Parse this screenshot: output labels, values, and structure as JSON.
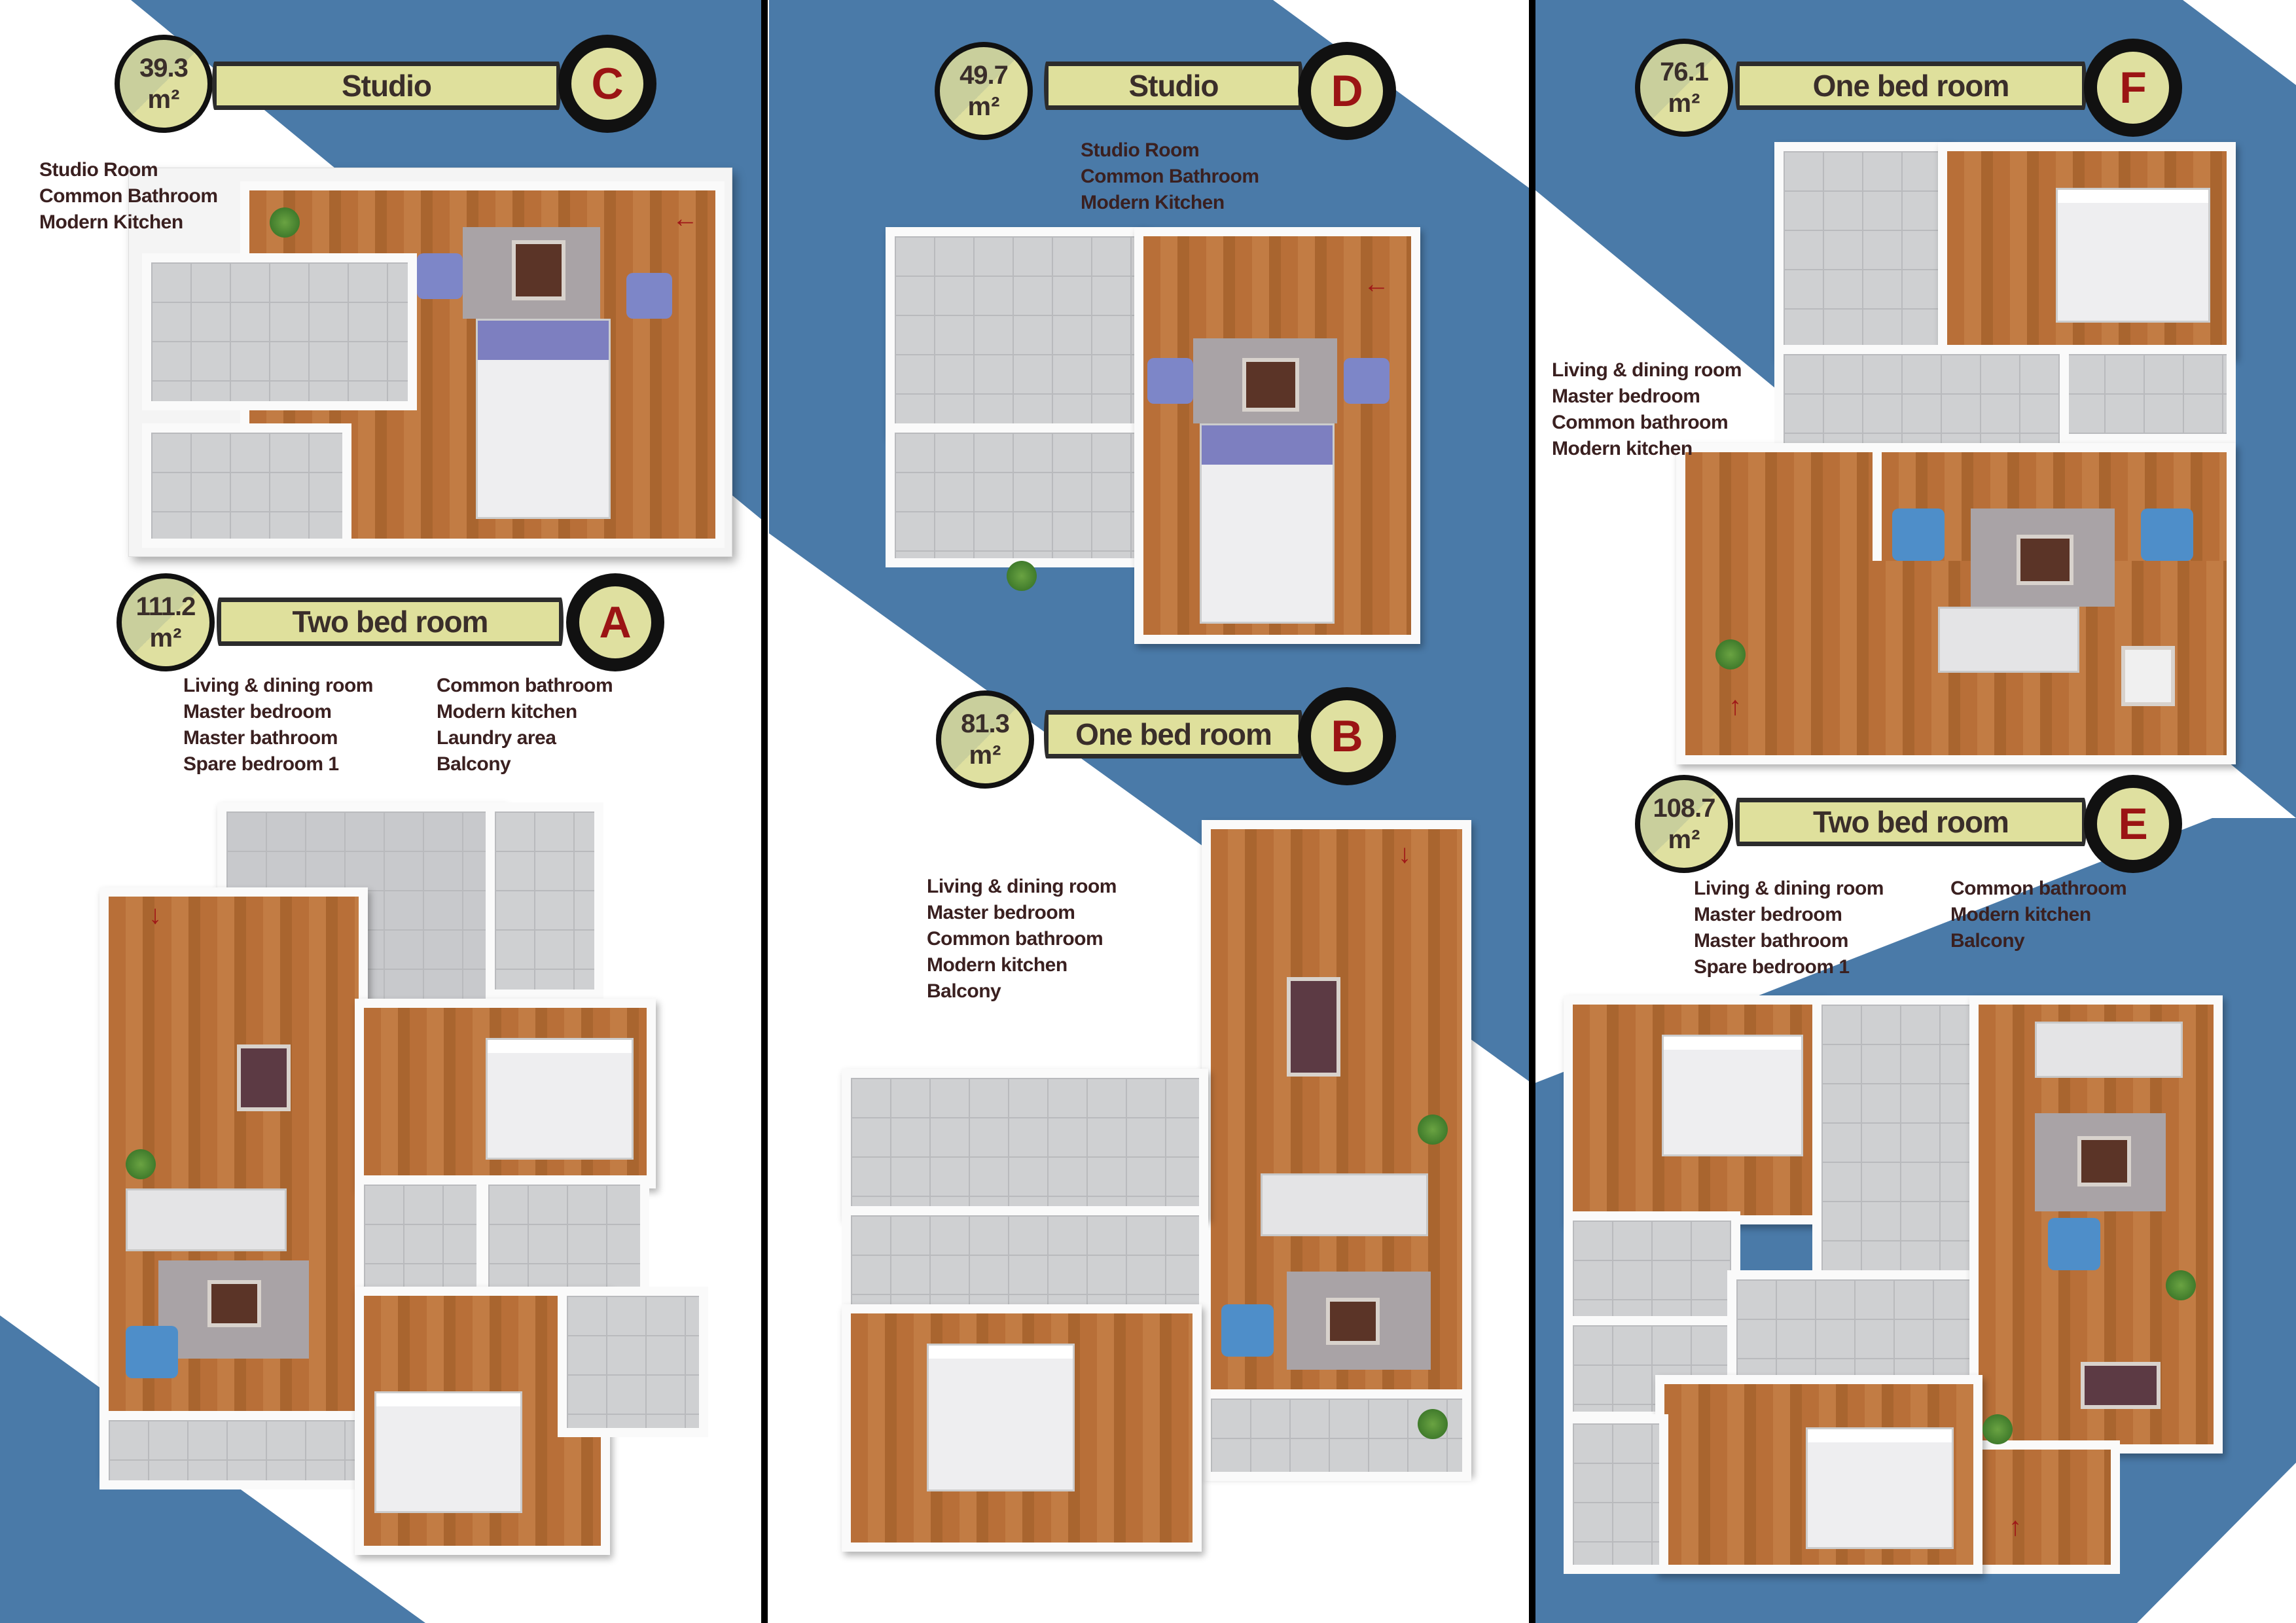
{
  "colors": {
    "blue": "#4a7aa8",
    "banner": "#dfe09c",
    "letter": "#9b1414",
    "text": "#3a2020"
  },
  "units": [
    {
      "id": "C",
      "area": "39.3",
      "unit": "m²",
      "type": "Studio",
      "features": [
        [
          "Studio Room",
          "Common Bathroom",
          "Modern Kitchen"
        ]
      ]
    },
    {
      "id": "A",
      "area": "111.2",
      "unit": "m²",
      "type": "Two bed room",
      "features": [
        [
          "Living & dining room",
          "Master bedroom",
          "Master bathroom",
          "Spare bedroom 1"
        ],
        [
          "Common bathroom",
          "Modern kitchen",
          "Laundry area",
          "Balcony"
        ]
      ]
    },
    {
      "id": "D",
      "area": "49.7",
      "unit": "m²",
      "type": "Studio",
      "features": [
        [
          "Studio Room",
          "Common Bathroom",
          "Modern Kitchen"
        ]
      ]
    },
    {
      "id": "B",
      "area": "81.3",
      "unit": "m²",
      "type": "One bed room",
      "features": [
        [
          "Living & dining room",
          "Master bedroom",
          "Common bathroom",
          "Modern kitchen",
          "Balcony"
        ]
      ]
    },
    {
      "id": "F",
      "area": "76.1",
      "unit": "m²",
      "type": "One bed room",
      "features": [
        [
          "Living & dining room",
          "Master bedroom",
          "Common bathroom",
          "Modern kitchen"
        ]
      ]
    },
    {
      "id": "E",
      "area": "108.7",
      "unit": "m²",
      "type": "Two bed room",
      "features": [
        [
          "Living & dining room",
          "Master bedroom",
          "Master bathroom",
          "Spare bedroom 1"
        ],
        [
          "Common bathroom",
          "Modern kitchen",
          "Balcony"
        ]
      ]
    }
  ]
}
